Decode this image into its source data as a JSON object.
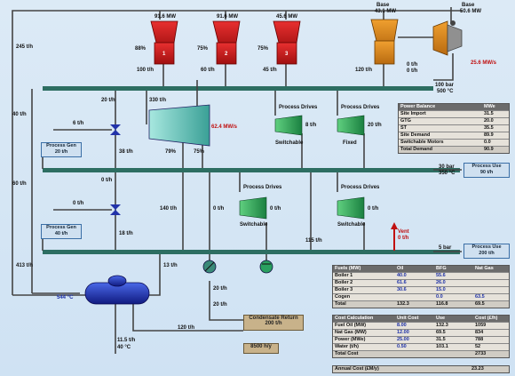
{
  "boilers": [
    {
      "id": "1",
      "top": "91.6 MW",
      "pct": "88%",
      "flow": "100 t/h"
    },
    {
      "id": "2",
      "top": "91.6 MW",
      "pct": "75%",
      "flow": "60 t/h"
    },
    {
      "id": "3",
      "top": "45.6 MW",
      "pct": "75%",
      "flow": "45 t/h"
    }
  ],
  "turbine_gas": {
    "label": "Base",
    "mw": "43.1 MW",
    "flow": "120 t/h"
  },
  "turbine_base": {
    "label": "Base",
    "mw": "50.6 MW",
    "out": "25.6 MW/s"
  },
  "small_labels": {
    "a": "0 t/h",
    "b": "0 t/h"
  },
  "headers": [
    {
      "label": "100 bar",
      "sub": "500 °C"
    },
    {
      "label": "30 bar",
      "sub": "350 °C"
    },
    {
      "label": "5 bar",
      "sub": ""
    }
  ],
  "process_use": [
    {
      "label": "Process Use",
      "value": "90 t/h"
    },
    {
      "label": "Process Use",
      "value": "200 t/h"
    }
  ],
  "process_gen": [
    {
      "label": "Process Gen",
      "value": "20 t/h"
    },
    {
      "label": "Process Gen",
      "value": "40 t/h"
    }
  ],
  "process_drives": [
    {
      "title": "Process Drives",
      "sub": "Switchable",
      "flow": "8 t/h"
    },
    {
      "title": "Process Drives",
      "sub": "Fixed",
      "flow": "20 t/h"
    },
    {
      "title": "Process Drives",
      "sub": "Switchable",
      "flow": "0 t/h"
    },
    {
      "title": "Process Drives",
      "sub": "Switchable",
      "flow": "0 t/h"
    }
  ],
  "flows": {
    "left1": "245 t/h",
    "left2": "413 t/h",
    "v1": "6 t/h",
    "v2": "0 t/h",
    "v3": "20 t/h",
    "mid1": "38 t/h",
    "mid2": "0 t/h",
    "mid3": "18 t/h",
    "mid4": "140 t/h",
    "mid5": "115 t/h",
    "mid6": "0 t/h",
    "ex1": "330 t/h",
    "ex2": "62.4 MW/s",
    "pct1": "79%",
    "pct2": "75%",
    "deaer": "544 °C",
    "bottom1": "13 t/h",
    "bottom2": "20 t/h",
    "bottom3": "20 t/h",
    "bottom4": "120 t/h",
    "vent": "Vent",
    "vent_flow": "0 t/h",
    "last": "11.5 t/h",
    "last2": "40 °C",
    "mid7": "40 t/h",
    "mid8": "60 t/h"
  },
  "power_balance": {
    "title": "Power Balance",
    "unit": "MWe",
    "rows": [
      {
        "name": "Site Import",
        "val": "31.5"
      },
      {
        "name": "GTG",
        "val": "20.0"
      },
      {
        "name": "ST",
        "val": "35.5"
      },
      {
        "name": "Site Demand",
        "val": "89.9"
      },
      {
        "name": "Switchable Motors",
        "val": "0.0"
      }
    ],
    "total_name": "Total Demand",
    "total_val": "90.9"
  },
  "fuels": {
    "title": "Fuels (MW)",
    "cols": [
      "Oil",
      "BFG",
      "Nat Gas"
    ],
    "rows": [
      {
        "name": "Boiler 1",
        "v": [
          "40.0",
          "55.6",
          ""
        ]
      },
      {
        "name": "Boiler 2",
        "v": [
          "61.6",
          "26.0",
          ""
        ]
      },
      {
        "name": "Boiler 3",
        "v": [
          "30.6",
          "15.0",
          ""
        ]
      },
      {
        "name": "Cogen",
        "v": [
          "",
          "0.0",
          "63.5"
        ]
      }
    ],
    "total": {
      "name": "Total",
      "v": [
        "132.3",
        "116.8",
        "69.5"
      ]
    }
  },
  "cost": {
    "title": "Cost Calculation",
    "cols": [
      "Unit Cost",
      "Use",
      "Cost (£/h)"
    ],
    "rows": [
      {
        "name": "Fuel Oil (MW)",
        "v": [
          "8.00",
          "132.3",
          "1059"
        ]
      },
      {
        "name": "Nat Gas (MW)",
        "v": [
          "12.00",
          "69.5",
          "834"
        ]
      },
      {
        "name": "Power (MWe)",
        "v": [
          "25.00",
          "31.5",
          "788"
        ]
      },
      {
        "name": "Water (t/h)",
        "v": [
          "0.50",
          "103.1",
          "52"
        ]
      }
    ],
    "total": {
      "name": "Total Cost",
      "v": [
        "",
        "",
        "2733"
      ]
    }
  },
  "annual": {
    "name": "Annual Cost (£M/y)",
    "val": "23.23"
  },
  "condensate": {
    "label": "Condensate Return",
    "value": "200 t/h"
  },
  "hours": "8500 h/y"
}
